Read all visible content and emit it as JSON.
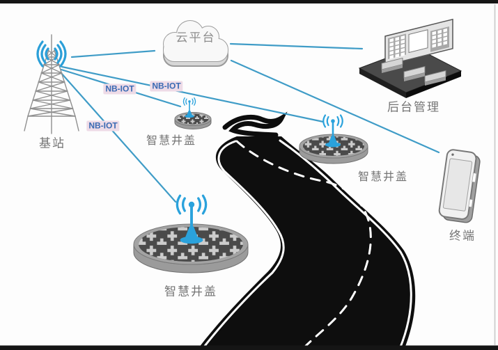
{
  "nodes": {
    "base_station": {
      "label": "基站",
      "icon": "radio-tower-icon"
    },
    "cloud": {
      "label": "云平台",
      "icon": "cloud-icon"
    },
    "backend": {
      "label": "后台管理",
      "icon": "control-room-icon"
    },
    "terminal": {
      "label": "终端",
      "icon": "smartphone-icon"
    },
    "manhole_top": {
      "label": "智慧井盖",
      "icon": "manhole-cover-antenna-icon"
    },
    "manhole_right": {
      "label": "智慧井盖",
      "icon": "manhole-cover-antenna-icon"
    },
    "manhole_bottom": {
      "label": "智慧井盖",
      "icon": "manhole-cover-antenna-icon"
    }
  },
  "links": {
    "nbiot_top": "NB-IOT",
    "nbiot_middle": "NB-IOT",
    "nbiot_bottom": "NB-IOT"
  },
  "colors": {
    "line": "#3f9cc7",
    "antenna": "#2aa2dc",
    "nbiot_text": "#3a6ab3",
    "nbiot_bg": "#eedbe7",
    "label_text": "#757575",
    "road": "#0e0e0e",
    "frame_bar": "#151515"
  }
}
